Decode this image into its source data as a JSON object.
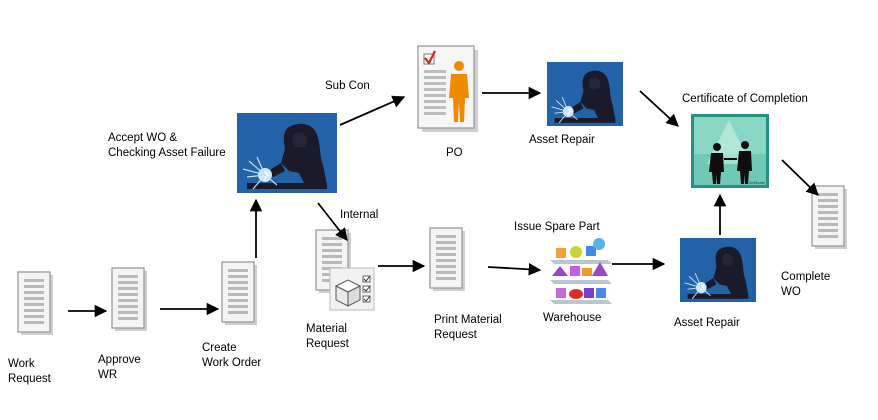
{
  "nodes": {
    "work_request": "Work\nRequest",
    "approve_wr": "Approve\nWR",
    "create_work_order": "Create\nWork Order",
    "accept_wo": "Accept WO &\nChecking Asset Failure",
    "material_request": "Material\nRequest",
    "print_material_request": "Print Material\nRequest",
    "warehouse": "Warehouse",
    "issue_spare_part": "Issue Spare Part",
    "po": "PO",
    "asset_repair_top": "Asset Repair",
    "asset_repair_bottom": "Asset Repair",
    "certificate_of_completion": "Certificate of Completion",
    "complete_wo": "Complete\nWO"
  },
  "edges": {
    "sub_con": "Sub Con",
    "internal": "Internal"
  },
  "certificate_caption": "Certificate"
}
